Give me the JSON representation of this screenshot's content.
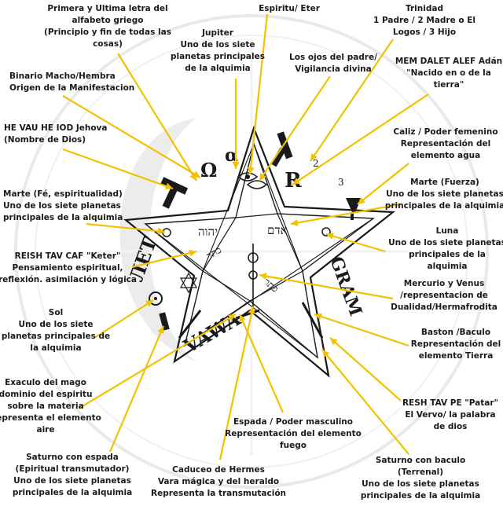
{
  "colors": {
    "arrow": "#f2c200",
    "ink": "#1a1a1a",
    "watermark": "#e6e6e6",
    "glyph_light": "#d9d9d9"
  },
  "labels": [
    {
      "id": "primera-ultima",
      "lines": [
        "Primera y Ultima letra del",
        "alfabeto griego",
        "(Principio y fin de todas las",
        "cosas)"
      ]
    },
    {
      "id": "espiritu-eter",
      "lines": [
        "Espiritu/ Eter"
      ]
    },
    {
      "id": "trinidad",
      "lines": [
        "Trinidad",
        "1 Padre / 2 Madre o El",
        "Logos / 3 Hijo"
      ]
    },
    {
      "id": "jupiter",
      "lines": [
        "Jupiter",
        "Uno de los siete",
        "planetas principales",
        "de la alquimia"
      ]
    },
    {
      "id": "ojos-padre",
      "lines": [
        "Los ojos del padre/",
        "Vigilancia divina"
      ]
    },
    {
      "id": "mem-dalet-alef",
      "lines": [
        "MEM DALET ALEF Adán",
        "\"Nacido en o de la",
        "tierra\""
      ]
    },
    {
      "id": "binario",
      "lines": [
        "Binario Macho/Hembra",
        "Origen de la Manifestacion"
      ]
    },
    {
      "id": "he-vau",
      "lines": [
        "HE VAU HE IOD Jehova",
        "(Nombre de Dios)"
      ]
    },
    {
      "id": "caliz",
      "lines": [
        "Caliz / Poder femenino",
        "Representación del",
        "elemento agua"
      ]
    },
    {
      "id": "marte-fe",
      "lines": [
        "Marte (Fé, espiritualidad)",
        "Uno de los siete planetas",
        "principales de la alquimia"
      ]
    },
    {
      "id": "marte-fuerza",
      "lines": [
        "Marte (Fuerza)",
        "Uno de los siete planetas",
        "principales de la alquimia"
      ]
    },
    {
      "id": "luna",
      "lines": [
        "Luna",
        "Uno de los siete planetas",
        "principales de la",
        "alquimia"
      ]
    },
    {
      "id": "reish-keter",
      "lines": [
        "REISH TAV CAF \"Keter\"",
        "Pensamiento espiritual,",
        "reflexión. asimilación y lógica"
      ]
    },
    {
      "id": "mercurio-venus",
      "lines": [
        "Mercurio y Venus",
        "/representacion de",
        "Dualidad/Hermafrodita"
      ]
    },
    {
      "id": "sol",
      "lines": [
        "Sol",
        "Uno de los siete",
        "planetas principales de",
        "la alquimia"
      ]
    },
    {
      "id": "baston",
      "lines": [
        "Baston /Baculo",
        "Representación del",
        "elemento Tierra"
      ]
    },
    {
      "id": "exaculo",
      "lines": [
        "Exaculo del mago",
        "dominio del espiritu",
        "sobre la materia",
        "Representa el elemento",
        "aire"
      ]
    },
    {
      "id": "resh-patar",
      "lines": [
        "RESH TAV PE \"Patar\"",
        "El Vervo/ la palabra",
        "de dios"
      ]
    },
    {
      "id": "espada",
      "lines": [
        "Espada / Poder masculino",
        "Representación del elemento",
        "fuego"
      ]
    },
    {
      "id": "saturno-espada",
      "lines": [
        "Saturno con espada",
        "(Epiritual transmutador)",
        "Uno de los siete planetas",
        "principales de la alquimia"
      ]
    },
    {
      "id": "caduceo",
      "lines": [
        "Caduceo de Hermes",
        "Vara mágica y del heraldo",
        "Representa la transmutación"
      ]
    },
    {
      "id": "saturno-baculo",
      "lines": [
        "Saturno con baculo",
        "(Terrenal)",
        "Uno de los siete planetas",
        "principales de la alquimia"
      ]
    }
  ],
  "pentagram": {
    "hebrew_left": "יהוה",
    "hebrew_right": "אדם",
    "hebrew_center": "כתר",
    "hebrew_right_lower": "פתר",
    "gram_text": "GRAM",
    "left_arm_text": "ЛЕТ",
    "bottom_arm_text": "VAWA"
  }
}
